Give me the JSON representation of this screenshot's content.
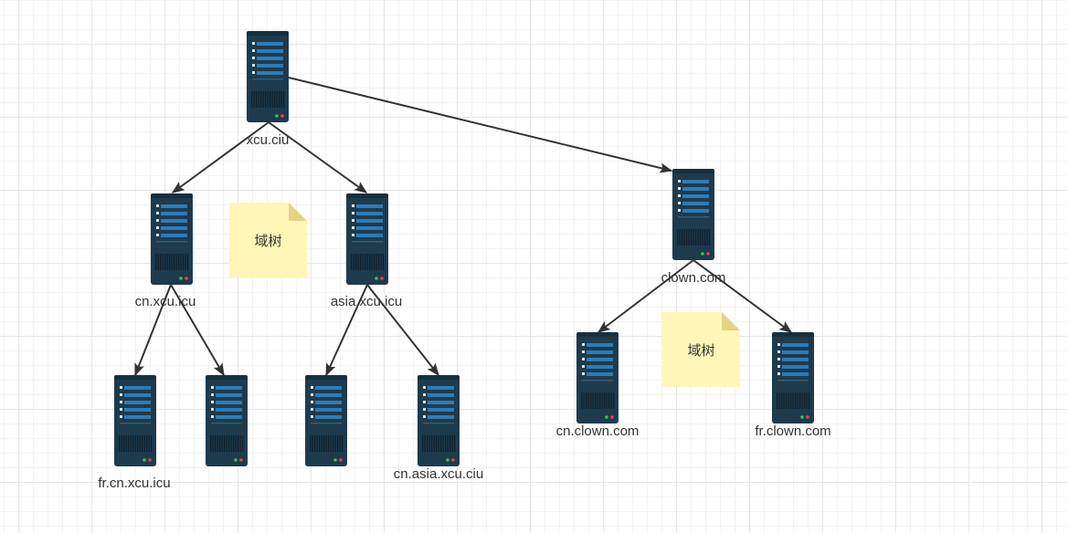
{
  "diagram": {
    "nodes": [
      {
        "id": "root",
        "label": "xcu.ciu"
      },
      {
        "id": "cn",
        "label": "cn.xcu.icu"
      },
      {
        "id": "asia",
        "label": "asia.xcu.icu"
      },
      {
        "id": "clown",
        "label": "clown.com"
      },
      {
        "id": "fr-cn",
        "label": "fr.cn.xcu.icu"
      },
      {
        "id": "cn-leaf2",
        "label": ""
      },
      {
        "id": "asia-leaf1",
        "label": ""
      },
      {
        "id": "cn-asia",
        "label": "cn.asia.xcu.ciu"
      },
      {
        "id": "cn-clown",
        "label": "cn.clown.com"
      },
      {
        "id": "fr-clown",
        "label": "fr.clown.com"
      }
    ],
    "edges": [
      [
        "root",
        "cn"
      ],
      [
        "root",
        "asia"
      ],
      [
        "root",
        "clown"
      ],
      [
        "cn",
        "fr-cn"
      ],
      [
        "cn",
        "cn-leaf2"
      ],
      [
        "asia",
        "asia-leaf1"
      ],
      [
        "asia",
        "cn-asia"
      ],
      [
        "clown",
        "cn-clown"
      ],
      [
        "clown",
        "fr-clown"
      ]
    ],
    "notes": [
      {
        "text": "域树"
      },
      {
        "text": "域树"
      }
    ]
  },
  "colors": {
    "server_body": "#1e3a4d",
    "server_stripe": "#2e7bb6",
    "server_led_red": "#e04848",
    "server_led_green": "#4cbb4c",
    "edge": "#333333",
    "note_fill": "#fff6b8",
    "note_fold": "#e3d386",
    "label_text": "#333333"
  },
  "icons": {
    "node": "server-icon",
    "note": "sticky-note-icon"
  }
}
